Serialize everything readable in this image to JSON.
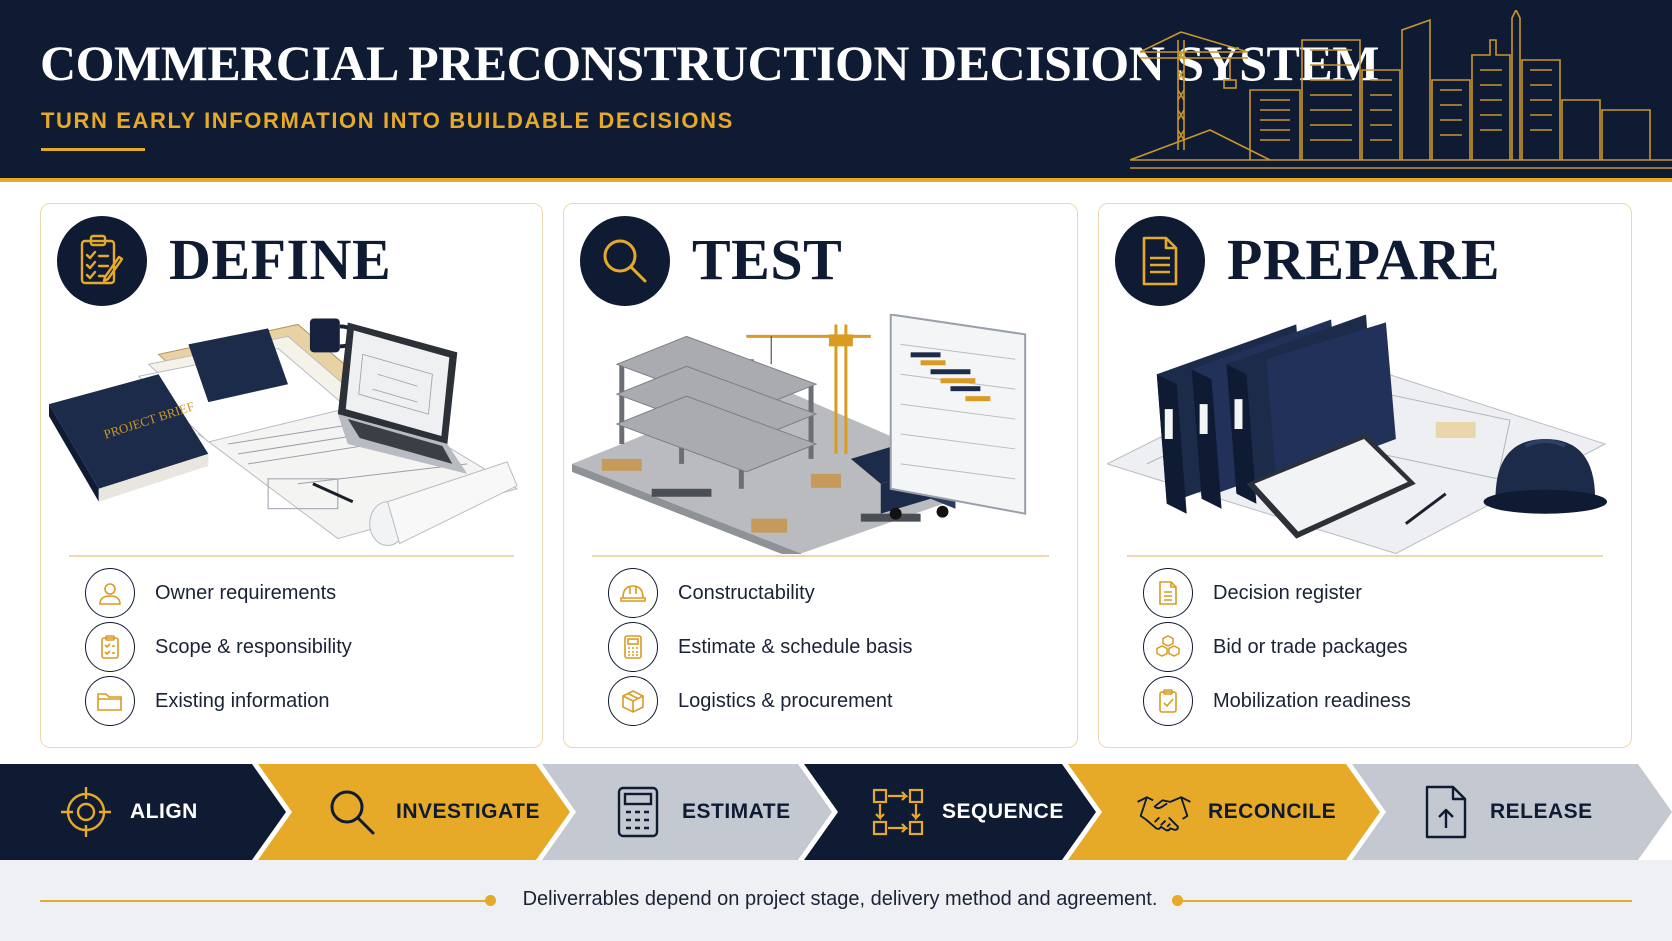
{
  "header": {
    "title": "COMMERCIAL PRECONSTRUCTION DECISION SYSTEM",
    "subtitle": "TURN EARLY INFORMATION INTO BUILDABLE DECISIONS"
  },
  "cards": [
    {
      "title": "DEFINE",
      "icon": "clipboard-checklist-icon",
      "illustration_text": "PROJECT BRIEF",
      "items": [
        {
          "label": "Owner requirements",
          "icon": "person-icon"
        },
        {
          "label": "Scope & responsibility",
          "icon": "clipboard-icon"
        },
        {
          "label": "Existing information",
          "icon": "folder-icon"
        }
      ]
    },
    {
      "title": "TEST",
      "icon": "magnifier-icon",
      "items": [
        {
          "label": "Constructability",
          "icon": "hard-hat-icon"
        },
        {
          "label": "Estimate & schedule basis",
          "icon": "calculator-icon"
        },
        {
          "label": "Logistics & procurement",
          "icon": "box-icon"
        }
      ]
    },
    {
      "title": "PREPARE",
      "icon": "document-icon",
      "items": [
        {
          "label": "Decision register",
          "icon": "document-icon"
        },
        {
          "label": "Bid or trade packages",
          "icon": "stacked-boxes-icon"
        },
        {
          "label": "Mobilization readiness",
          "icon": "clipboard-check-icon"
        }
      ]
    }
  ],
  "process_steps": [
    {
      "label": "ALIGN",
      "icon": "target-icon",
      "color": "#0f1b33"
    },
    {
      "label": "INVESTIGATE",
      "icon": "magnifier-icon",
      "color": "#e6a928"
    },
    {
      "label": "ESTIMATE",
      "icon": "calculator-icon",
      "color": "#c4c8d0"
    },
    {
      "label": "SEQUENCE",
      "icon": "sequence-flow-icon",
      "color": "#0f1b33"
    },
    {
      "label": "RECONCILE",
      "icon": "handshake-icon",
      "color": "#e6a928"
    },
    {
      "label": "RELEASE",
      "icon": "document-upload-icon",
      "color": "#c4c8d0"
    }
  ],
  "footer": {
    "note": "Deliverrables depend on project stage, delivery method and agreement."
  },
  "colors": {
    "navy": "#0f1b33",
    "gold": "#e6a928",
    "gray": "#c4c8d0"
  }
}
